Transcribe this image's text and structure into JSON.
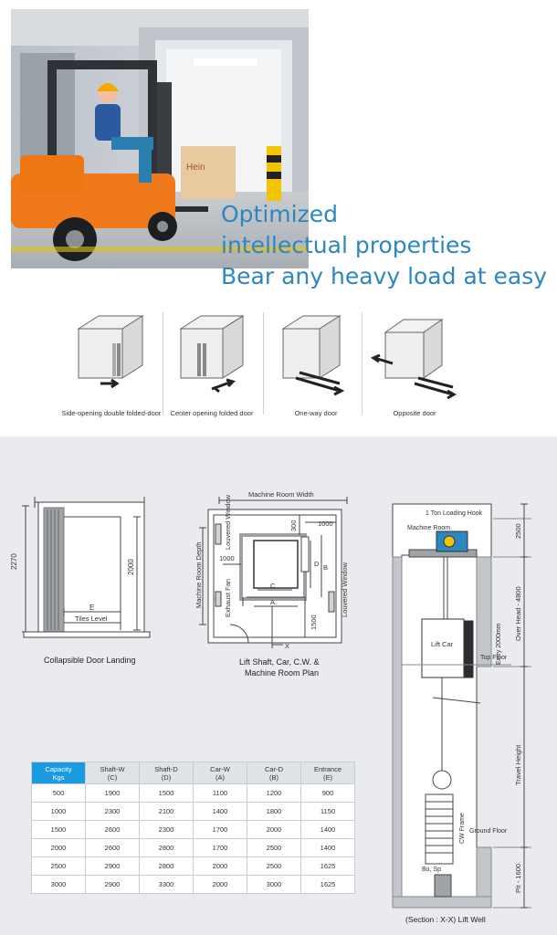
{
  "tagline": {
    "line1": "Optimized",
    "line2": "intellectual properties",
    "line3": "Bear any heavy load at easy"
  },
  "hero": {
    "box_label": "Hein"
  },
  "door_types": [
    {
      "label": "Side-opening double folded-door"
    },
    {
      "label": "Center opening folded door"
    },
    {
      "label": "One-way door"
    },
    {
      "label": "Opposite door"
    }
  ],
  "landing_drawing": {
    "height_dim": "2270",
    "opening_dim": "2000",
    "width_dim": "E",
    "tiles_label": "Tiles Level",
    "caption": "Collapsible Door Landing"
  },
  "plan_drawing": {
    "machine_room_width": "Machine Room Width",
    "machine_room_depth": "Machine Room Depth",
    "louvered_window_top": "Louvered Window",
    "louvered_window_right": "Louvered Window",
    "exhaust_fan": "Exhaust Fan",
    "dim_300": "300",
    "dim_1000_top": "1000",
    "dim_1000_left": "1000",
    "dim_1500": "1500",
    "label_c": "C",
    "label_a": "A",
    "label_d": "D",
    "label_b": "B",
    "label_x": "X",
    "caption_line1": "Lift Shaft, Car, C.W. &",
    "caption_line2": "Machine Room Plan"
  },
  "section_drawing": {
    "hook": "1 Ton Loading Hook",
    "machine_room": "Machine Room",
    "lift_car": "Lift Car",
    "entry": "Entry 2000mm",
    "top_floor": "Top Floor",
    "cw_frame": "CW Frame",
    "ground_floor": "Ground Floor",
    "bu_sp": "Bu, Sp",
    "dim_2500": "2500",
    "over_head": "Over Head - 4800",
    "travel_height": "Travel Height",
    "pit": "Pit - 1600",
    "caption": "(Section : X-X) Lift Well"
  },
  "capacity_table": {
    "headers": [
      {
        "line1": "Capacity",
        "line2": "Kgs"
      },
      {
        "line1": "Shaft-W",
        "line2": "(C)"
      },
      {
        "line1": "Shaft-D",
        "line2": "(D)"
      },
      {
        "line1": "Car-W",
        "line2": "(A)"
      },
      {
        "line1": "Car-D",
        "line2": "(B)"
      },
      {
        "line1": "Entrance",
        "line2": "(E)"
      }
    ],
    "rows": [
      [
        "500",
        "1900",
        "1500",
        "1100",
        "1200",
        "900"
      ],
      [
        "1000",
        "2300",
        "2100",
        "1400",
        "1800",
        "1150"
      ],
      [
        "1500",
        "2600",
        "2300",
        "1700",
        "2000",
        "1400"
      ],
      [
        "2000",
        "2600",
        "2800",
        "1700",
        "2500",
        "1400"
      ],
      [
        "2500",
        "2900",
        "2800",
        "2000",
        "2500",
        "1625"
      ],
      [
        "3000",
        "2900",
        "3300",
        "2000",
        "3000",
        "1625"
      ]
    ]
  }
}
